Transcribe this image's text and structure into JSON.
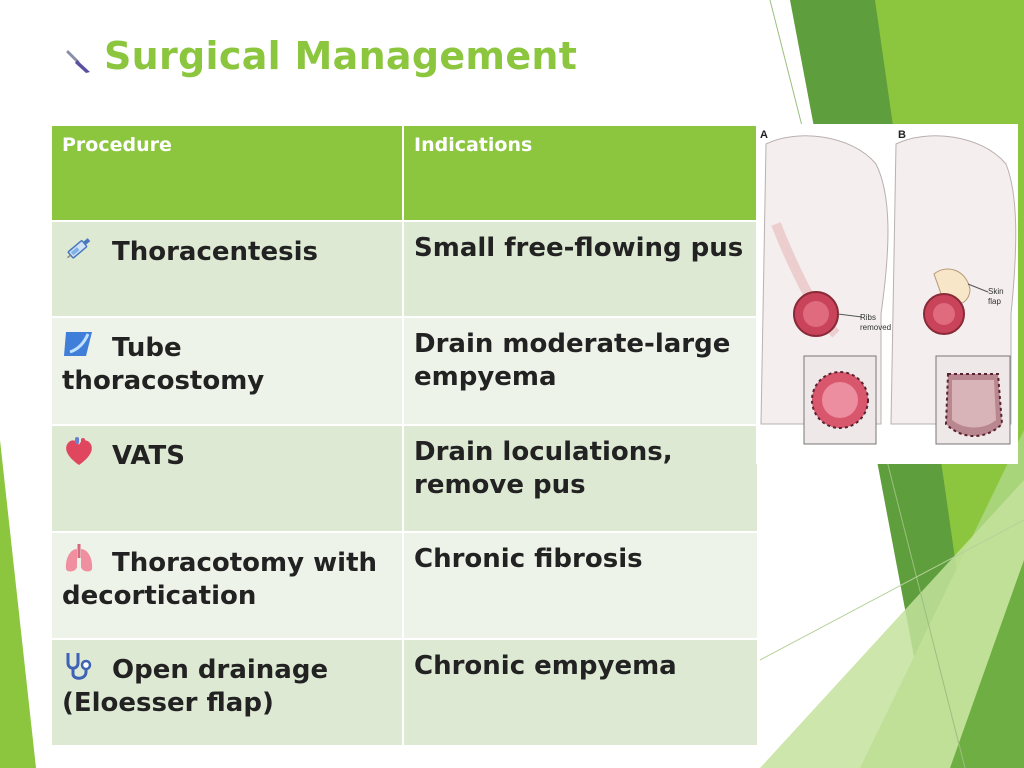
{
  "slide": {
    "title": "Surgical Management",
    "title_icon": "scalpel-icon"
  },
  "table": {
    "headers": [
      "Procedure",
      "Indications"
    ],
    "rows": [
      {
        "icon": "syringe-icon",
        "procedure": "Thoracentesis",
        "indication": "Small free-flowing pus"
      },
      {
        "icon": "tube-icon",
        "procedure": "Tube thoracostomy",
        "indication": "Drain moderate-large empyema"
      },
      {
        "icon": "heart-icon",
        "procedure": "VATS",
        "indication": "Drain loculations, remove pus"
      },
      {
        "icon": "lungs-icon",
        "procedure": "Thoracotomy with decortication",
        "indication": "Chronic fibrosis"
      },
      {
        "icon": "stethoscope-icon",
        "procedure": "Open drainage (Eloesser flap)",
        "indication": "Chronic empyema"
      }
    ]
  },
  "illustration": {
    "panel_a_label": "A",
    "panel_b_label": "B",
    "panel_a_callout": "Ribs removed",
    "panel_b_callout": "Skin flap"
  },
  "colors": {
    "accent": "#8cc63f",
    "header_bg": "#8cc63f",
    "row_dark": "#dde9d3",
    "row_light": "#edf3e8"
  }
}
